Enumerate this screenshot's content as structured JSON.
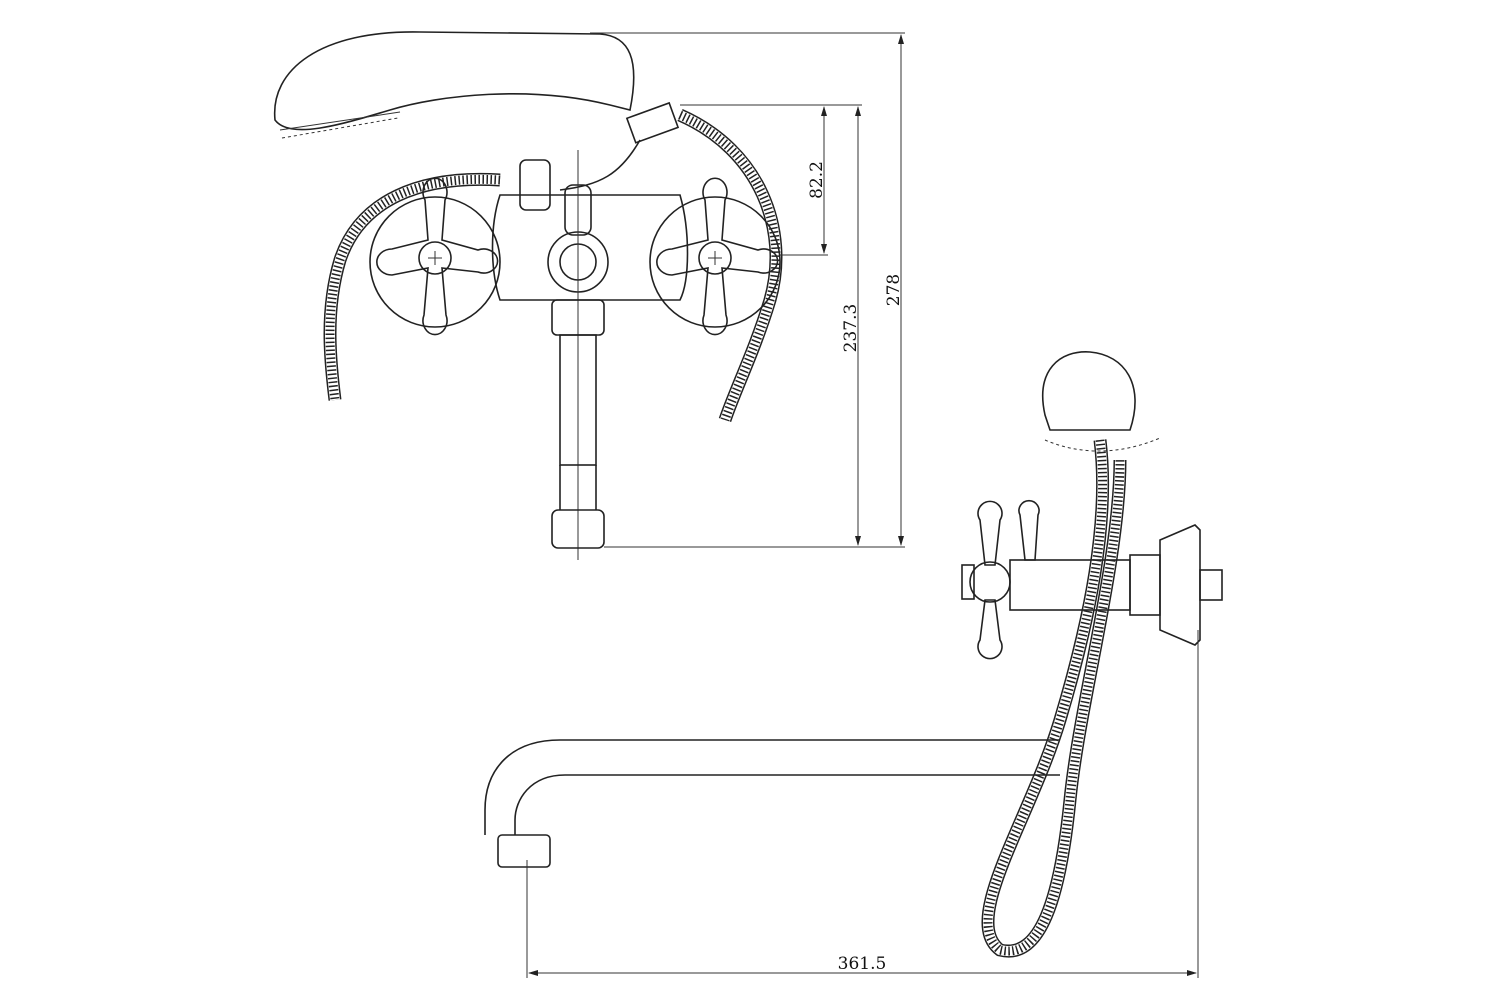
{
  "dimensions": {
    "d82": "82.2",
    "d237": "237.3",
    "d278": "278",
    "d361": "361.5"
  }
}
